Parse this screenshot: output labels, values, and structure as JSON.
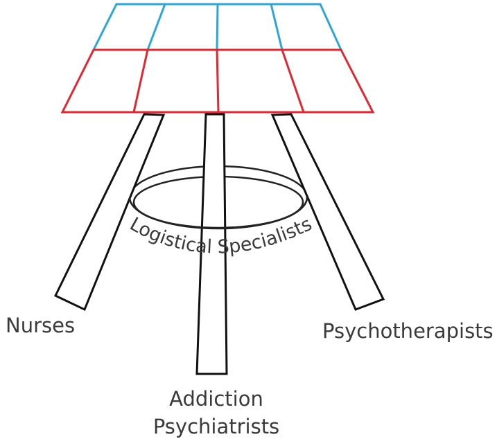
{
  "diagram": {
    "labels": {
      "left_leg": "Nurses",
      "right_leg": "Psychotherapists",
      "center_leg_line1": "Addiction",
      "center_leg_line2": "Psychiatrists",
      "ring": "Logistical Specialists"
    },
    "colors": {
      "top_tier": "#2aa7d8",
      "seat_tier": "#e3262f",
      "legs": "#111111",
      "ring": "#222222",
      "text": "#3a3a3a"
    }
  }
}
